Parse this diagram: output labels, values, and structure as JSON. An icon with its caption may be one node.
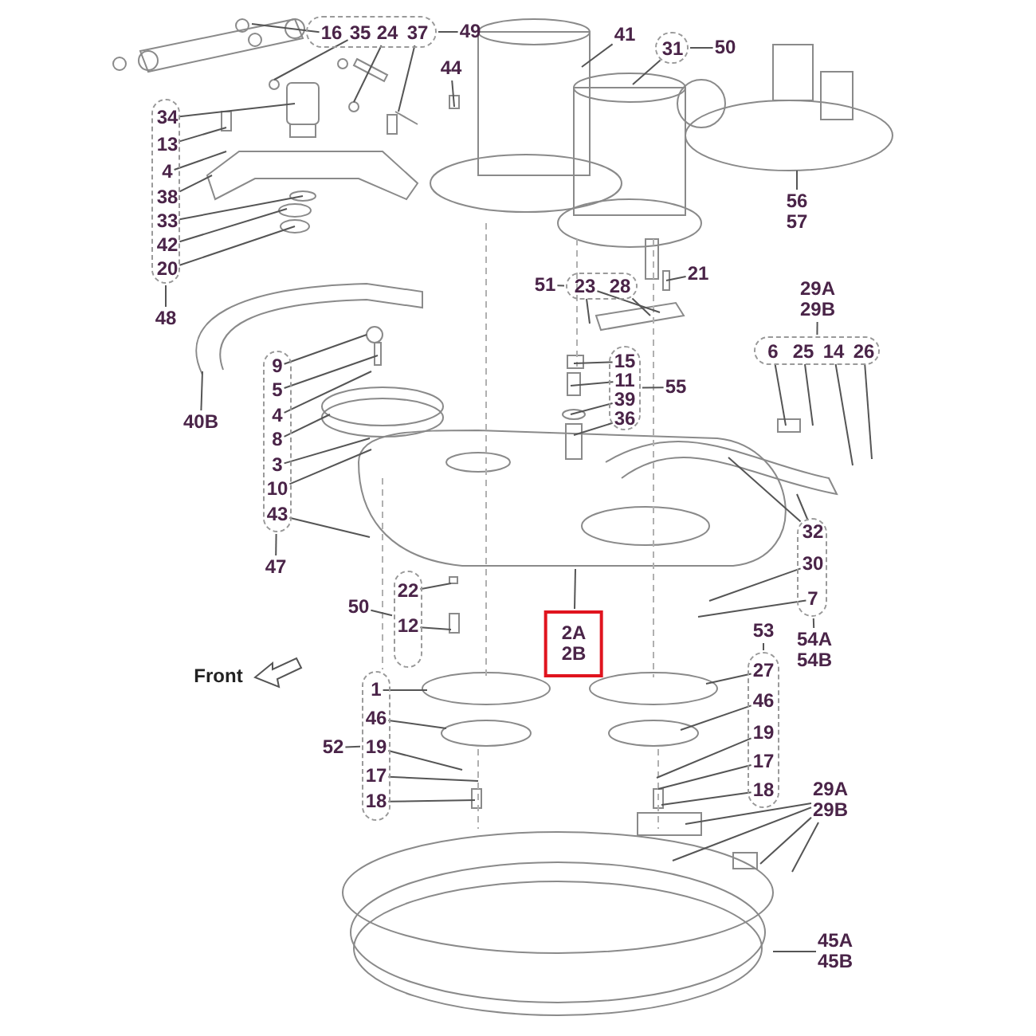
{
  "diagram": {
    "nodes": [
      {
        "text": [],
        "shape": "oval"
      },
      {
        "text": [
          "16"
        ],
        "in": 0
      },
      {
        "text": [
          "35"
        ],
        "in": 0
      },
      {
        "text": [
          "24"
        ],
        "in": 0
      },
      {
        "text": [
          "37"
        ],
        "in": 0
      },
      {
        "text": [
          "49"
        ]
      },
      {
        "text": [],
        "shape": "oval"
      },
      {
        "text": [
          "34"
        ],
        "in": 6
      },
      {
        "text": [
          "13"
        ],
        "in": 6
      },
      {
        "text": [
          "4"
        ],
        "in": 6
      },
      {
        "text": [
          "38"
        ],
        "in": 6
      },
      {
        "text": [
          "33"
        ],
        "in": 6
      },
      {
        "text": [
          "42"
        ],
        "in": 6
      },
      {
        "text": [
          "20"
        ],
        "in": 6
      },
      {
        "text": [
          "48"
        ]
      },
      {
        "text": [
          "44"
        ]
      },
      {
        "text": [
          "41"
        ]
      },
      {
        "text": [],
        "shape": "oval"
      },
      {
        "text": [
          "31"
        ],
        "in": 17
      },
      {
        "text": [
          "50"
        ]
      },
      {
        "text": [
          "56 57"
        ]
      },
      {
        "text": [
          "51"
        ]
      },
      {
        "text": [],
        "shape": "oval"
      },
      {
        "text": [
          "23"
        ],
        "in": 22
      },
      {
        "text": [
          "28"
        ],
        "in": 22
      },
      {
        "text": [
          "21"
        ]
      },
      {
        "text": [
          "29A 29B"
        ]
      },
      {
        "text": [],
        "shape": "oval"
      },
      {
        "text": [
          "6"
        ],
        "in": 27
      },
      {
        "text": [
          "25"
        ],
        "in": 27
      },
      {
        "text": [
          "14"
        ],
        "in": 27
      },
      {
        "text": [
          "26"
        ],
        "in": 27
      },
      {
        "text": [
          "40B"
        ]
      },
      {
        "text": [],
        "shape": "oval"
      },
      {
        "text": [
          "9"
        ],
        "in": 33
      },
      {
        "text": [
          "5"
        ],
        "in": 33
      },
      {
        "text": [
          "4"
        ],
        "in": 33
      },
      {
        "text": [
          "8"
        ],
        "in": 33
      },
      {
        "text": [
          "3"
        ],
        "in": 33
      },
      {
        "text": [
          "10"
        ],
        "in": 33
      },
      {
        "text": [
          "43"
        ],
        "in": 33
      },
      {
        "text": [
          "47"
        ]
      },
      {
        "text": [],
        "shape": "oval"
      },
      {
        "text": [
          "15"
        ],
        "in": 42
      },
      {
        "text": [
          "11"
        ],
        "in": 42
      },
      {
        "text": [
          "39"
        ],
        "in": 42
      },
      {
        "text": [
          "36"
        ],
        "in": 42
      },
      {
        "text": [
          "55"
        ]
      },
      {
        "text": [],
        "shape": "oval"
      },
      {
        "text": [
          "32"
        ],
        "in": 48
      },
      {
        "text": [
          "30"
        ],
        "in": 48
      },
      {
        "text": [
          "7"
        ],
        "in": 48
      },
      {
        "text": [
          "54A 54B"
        ]
      },
      {
        "text": [],
        "shape": "oval"
      },
      {
        "text": [
          "22"
        ],
        "in": 53
      },
      {
        "text": [
          "12"
        ],
        "in": 53
      },
      {
        "text": [
          "50"
        ]
      },
      {
        "text": [
          "2A 2B"
        ]
      },
      {
        "text": [],
        "shape": "oval"
      },
      {
        "text": [
          "1"
        ],
        "in": 58
      },
      {
        "text": [
          "46"
        ],
        "in": 58
      },
      {
        "text": [
          "19"
        ],
        "in": 58
      },
      {
        "text": [
          "17"
        ],
        "in": 58
      },
      {
        "text": [
          "18"
        ],
        "in": 58
      },
      {
        "text": [
          "52"
        ]
      },
      {
        "text": [
          "53"
        ]
      },
      {
        "text": [],
        "shape": "oval"
      },
      {
        "text": [
          "27"
        ],
        "in": 66
      },
      {
        "text": [
          "46"
        ],
        "in": 66
      },
      {
        "text": [
          "19"
        ],
        "in": 66
      },
      {
        "text": [
          "17"
        ],
        "in": 66
      },
      {
        "text": [
          "18"
        ],
        "in": 66
      },
      {
        "text": [
          "29A 29B"
        ]
      },
      {
        "text": [
          "45A 45B"
        ]
      }
    ],
    "edges": [
      {
        "from": 0,
        "to": 5,
        "arrow": "none"
      },
      {
        "from": 1,
        "to": null,
        "arrow": "none"
      },
      {
        "from": 2,
        "to": null,
        "arrow": "none"
      },
      {
        "from": 3,
        "to": null,
        "arrow": "none"
      },
      {
        "from": 4,
        "to": null,
        "arrow": "none"
      },
      {
        "from": 6,
        "to": 14,
        "arrow": "none"
      },
      {
        "from": 7,
        "to": null,
        "arrow": "none"
      },
      {
        "from": 8,
        "to": null,
        "arrow": "none"
      },
      {
        "from": 9,
        "to": null,
        "arrow": "none"
      },
      {
        "from": 10,
        "to": null,
        "arrow": "none"
      },
      {
        "from": 11,
        "to": null,
        "arrow": "none"
      },
      {
        "from": 12,
        "to": null,
        "arrow": "none"
      },
      {
        "from": 13,
        "to": null,
        "arrow": "none"
      },
      {
        "from": 15,
        "to": null,
        "arrow": "none"
      },
      {
        "from": 16,
        "to": null,
        "arrow": "none"
      },
      {
        "from": 17,
        "to": 19,
        "arrow": "none"
      },
      {
        "from": 18,
        "to": null,
        "arrow": "none"
      },
      {
        "from": 20,
        "to": null,
        "arrow": "none"
      },
      {
        "from": 22,
        "to": 21,
        "arrow": "none"
      },
      {
        "from": 23,
        "to": null,
        "arrow": "none"
      },
      {
        "from": 23,
        "to": null,
        "arrow": "none"
      },
      {
        "from": 24,
        "to": null,
        "arrow": "none"
      },
      {
        "from": 25,
        "to": null,
        "arrow": "none"
      },
      {
        "from": 27,
        "to": 26,
        "arrow": "none"
      },
      {
        "from": 28,
        "to": null,
        "arrow": "none"
      },
      {
        "from": 29,
        "to": null,
        "arrow": "none"
      },
      {
        "from": 30,
        "to": null,
        "arrow": "none"
      },
      {
        "from": 31,
        "to": null,
        "arrow": "none"
      },
      {
        "from": 32,
        "to": null,
        "arrow": "none"
      },
      {
        "from": 33,
        "to": 41,
        "arrow": "none"
      },
      {
        "from": 34,
        "to": null,
        "arrow": "none"
      },
      {
        "from": 35,
        "to": null,
        "arrow": "none"
      },
      {
        "from": 36,
        "to": null,
        "arrow": "none"
      },
      {
        "from": 37,
        "to": null,
        "arrow": "none"
      },
      {
        "from": 38,
        "to": null,
        "arrow": "none"
      },
      {
        "from": 39,
        "to": null,
        "arrow": "none"
      },
      {
        "from": 40,
        "to": null,
        "arrow": "none"
      },
      {
        "from": 42,
        "to": 47,
        "arrow": "none"
      },
      {
        "from": 43,
        "to": null,
        "arrow": "none"
      },
      {
        "from": 44,
        "to": null,
        "arrow": "none"
      },
      {
        "from": 45,
        "to": null,
        "arrow": "none"
      },
      {
        "from": 46,
        "to": null,
        "arrow": "none"
      },
      {
        "from": 48,
        "to": 52,
        "arrow": "none"
      },
      {
        "from": 49,
        "to": null,
        "arrow": "none"
      },
      {
        "from": 49,
        "to": null,
        "arrow": "none"
      },
      {
        "from": 50,
        "to": null,
        "arrow": "none"
      },
      {
        "from": 51,
        "to": null,
        "arrow": "none"
      },
      {
        "from": 53,
        "to": 56,
        "arrow": "none"
      },
      {
        "from": 54,
        "to": null,
        "arrow": "none"
      },
      {
        "from": 55,
        "to": null,
        "arrow": "none"
      },
      {
        "from": 57,
        "to": null,
        "arrow": "none"
      },
      {
        "from": 58,
        "to": 64,
        "arrow": "none"
      },
      {
        "from": 59,
        "to": null,
        "arrow": "none"
      },
      {
        "from": 60,
        "to": null,
        "arrow": "none"
      },
      {
        "from": 61,
        "to": null,
        "arrow": "none"
      },
      {
        "from": 62,
        "to": null,
        "arrow": "none"
      },
      {
        "from": 63,
        "to": null,
        "arrow": "none"
      },
      {
        "from": 66,
        "to": 65,
        "arrow": "none"
      },
      {
        "from": 67,
        "to": null,
        "arrow": "none"
      },
      {
        "from": 68,
        "to": null,
        "arrow": "none"
      },
      {
        "from": 69,
        "to": null,
        "arrow": "none"
      },
      {
        "from": 70,
        "to": null,
        "arrow": "none"
      },
      {
        "from": 71,
        "to": null,
        "arrow": "none"
      },
      {
        "from": 72,
        "to": null,
        "arrow": "none"
      },
      {
        "from": 72,
        "to": null,
        "arrow": "none"
      },
      {
        "from": 72,
        "to": null,
        "arrow": "none"
      },
      {
        "from": 72,
        "to": null,
        "arrow": "none"
      },
      {
        "from": 73,
        "to": null,
        "arrow": "none"
      }
    ],
    "labels": [
      "Front"
    ]
  }
}
